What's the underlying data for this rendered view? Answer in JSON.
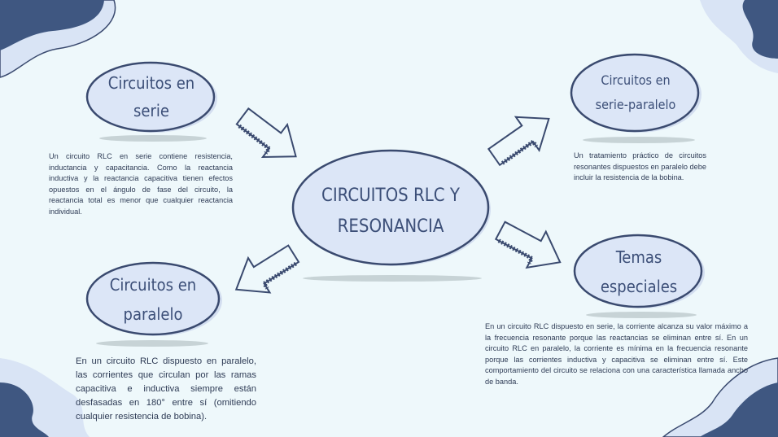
{
  "colors": {
    "background": "#eef8fb",
    "ellipse_fill": "#dce6f7",
    "ellipse_stroke": "#3a4a6f",
    "blob_dark": "#3f5781",
    "blob_light": "#d9e4f5"
  },
  "center": {
    "title_line1": "CIRCUITOS RLC Y",
    "title_line2": "RESONANCIA"
  },
  "nodes": {
    "serie": {
      "title_line1": "Circuitos en",
      "title_line2": "serie",
      "description": "Un circuito RLC en serie contiene resistencia, inductancia y capacitancia. Como la reactancia inductiva y la reactancia capacitiva tienen efectos opuestos en el ángulo de fase del circuito, la reactancia total es menor que cualquier reactancia individual."
    },
    "paralelo": {
      "title_line1": "Circuitos en",
      "title_line2": "paralelo",
      "description": "En un circuito RLC dispuesto en paralelo, las corrientes que circulan por las ramas capacitiva e inductiva siempre están desfasadas en 180° entre sí (omitiendo cualquier resistencia de bobina)."
    },
    "serie_paralelo": {
      "title_line1": "Circuitos en",
      "title_line2": "serie-paralelo",
      "description": "Un tratamiento práctico de circuitos resonantes dispuestos en paralelo debe incluir la resistencia de la bobina."
    },
    "especiales": {
      "title_line1": "Temas",
      "title_line2": "especiales",
      "description": "En un circuito RLC dispuesto en serie, la corriente alcanza su valor máximo a la frecuencia resonante porque las reactancias se eliminan entre sí. En un circuito RLC en paralelo, la corriente es mínima en la frecuencia resonante porque las corrientes inductiva y capacitiva se eliminan entre sí. Este comportamiento del circuito se relaciona con una característica llamada ancho de banda."
    }
  }
}
